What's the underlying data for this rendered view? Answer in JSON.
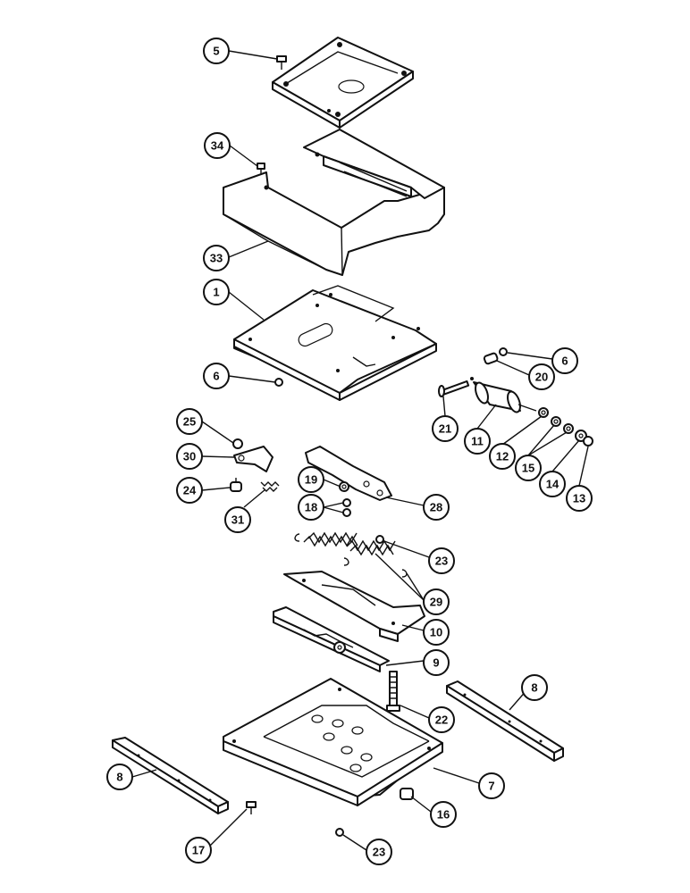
{
  "callouts": [
    {
      "id": "c5",
      "label": "5"
    },
    {
      "id": "c34",
      "label": "34"
    },
    {
      "id": "c33",
      "label": "33"
    },
    {
      "id": "c1",
      "label": "1"
    },
    {
      "id": "c6a",
      "label": "6"
    },
    {
      "id": "c6b",
      "label": "6"
    },
    {
      "id": "c20",
      "label": "20"
    },
    {
      "id": "c21",
      "label": "21"
    },
    {
      "id": "c11",
      "label": "11"
    },
    {
      "id": "c12",
      "label": "12"
    },
    {
      "id": "c15",
      "label": "15"
    },
    {
      "id": "c14",
      "label": "14"
    },
    {
      "id": "c13",
      "label": "13"
    },
    {
      "id": "c25",
      "label": "25"
    },
    {
      "id": "c30",
      "label": "30"
    },
    {
      "id": "c24",
      "label": "24"
    },
    {
      "id": "c31",
      "label": "31"
    },
    {
      "id": "c19",
      "label": "19"
    },
    {
      "id": "c18",
      "label": "18"
    },
    {
      "id": "c28",
      "label": "28"
    },
    {
      "id": "c23a",
      "label": "23"
    },
    {
      "id": "c29",
      "label": "29"
    },
    {
      "id": "c10",
      "label": "10"
    },
    {
      "id": "c9",
      "label": "9"
    },
    {
      "id": "c8a",
      "label": "8"
    },
    {
      "id": "c22",
      "label": "22"
    },
    {
      "id": "c7",
      "label": "7"
    },
    {
      "id": "c8b",
      "label": "8"
    },
    {
      "id": "c16",
      "label": "16"
    },
    {
      "id": "c17",
      "label": "17"
    },
    {
      "id": "c23b",
      "label": "23"
    }
  ]
}
